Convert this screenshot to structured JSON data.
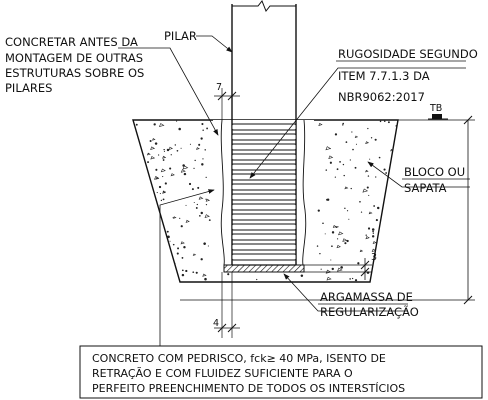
{
  "labels": {
    "concretar": [
      "CONCRETAR ANTES DA",
      "MONTAGEM DE OUTRAS",
      "ESTRUTURAS SOBRE OS",
      "PILARES"
    ],
    "pilar": "PILAR",
    "rugosidade": [
      "RUGOSIDADE SEGUNDO",
      "ITEM 7.7.1.3 DA",
      "NBR9062:2017"
    ],
    "tb": "TB",
    "bloco": [
      "BLOCO OU",
      "SAPATA"
    ],
    "argamassa": [
      "ARGAMASSA DE",
      "REGULARIZAÇÃO"
    ],
    "concreto_note": [
      "CONCRETO COM PEDRISCO, fck≥ 40 MPa, ISENTO DE",
      "RETRAÇÃO E COM FLUIDEZ SUFICIENTE PARA O",
      "PERFEITO PREENCHIMENTO DE TODOS OS INTERSTÍCIOS"
    ]
  },
  "dimensions": {
    "top_gap": "7",
    "bottom_thickness": "3",
    "bottom_gap": "4"
  }
}
